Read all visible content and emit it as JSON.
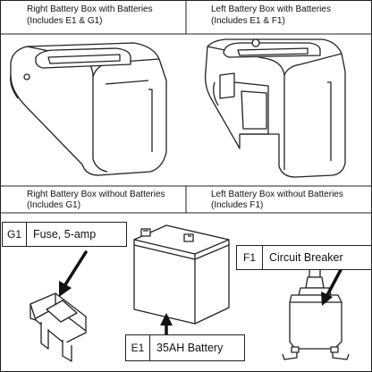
{
  "cells": {
    "top_left": {
      "line1": "Right Battery Box with Batteries",
      "line2": "(Includes E1 & G1)"
    },
    "top_right": {
      "line1": "Left Battery Box with Batteries",
      "line2": "(Includes E1 & F1)"
    },
    "mid_left": {
      "line1": "Right Battery Box without Batteries",
      "line2": "(Includes G1)"
    },
    "mid_right": {
      "line1": "Left Battery Box without Batteries",
      "line2": "(Includes F1)"
    }
  },
  "callouts": {
    "g1": {
      "code": "G1",
      "label": "Fuse, 5-amp"
    },
    "f1": {
      "code": "F1",
      "label": "Circuit Breaker"
    },
    "e1": {
      "code": "E1",
      "label": "35AH Battery"
    }
  },
  "colors": {
    "line": "#222222",
    "bg": "#ffffff"
  }
}
